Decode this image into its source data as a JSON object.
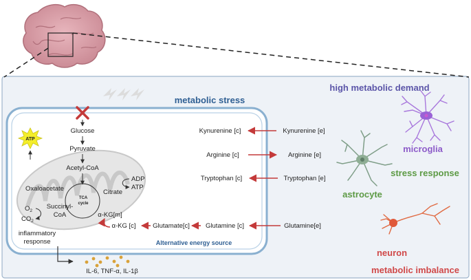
{
  "headings": {
    "metabolic_stress": "metabolic stress",
    "high_metabolic_demand": "high metabolic demand",
    "microglia": "microglia",
    "stress_response": "stress response",
    "astrocyte": "astrocyte",
    "neuron": "neuron",
    "metabolic_imbalance": "metabolic imbalance",
    "alternative_energy_source": "Alternative energy source"
  },
  "glycolysis": {
    "glucose": "Glucose",
    "pyruvate": "Pyruvate",
    "acetyl_coa": "Acetyl-CoA"
  },
  "tca": {
    "oxaloacetate": "Oxaloacetate",
    "citrate": "Citrate",
    "cycle_line1": "TCA",
    "cycle_line2": "cycle",
    "akg_m": "α-KG[m]",
    "succinyl_line1": "Succinyl-",
    "succinyl_line2": "CoA",
    "adp": "ADP",
    "atp": "ATP",
    "o2": "O",
    "co2": "CO",
    "sub2": "2",
    "atp_star": "ATP"
  },
  "transport": {
    "kynurenine_c": "Kynurenine [c]",
    "kynurenine_e": "Kynurenine [e]",
    "arginine_c": "Arginine [c]",
    "arginine_e": "Arginine [e]",
    "tryptophan_c": "Tryptophan [c]",
    "tryptophan_e": "Tryptophan [e]",
    "glutamine_e": "Glutamine[e]",
    "glutamine_c": "Glutamine [c]",
    "glutamate_c": "Glutamate[c]",
    "akg_c": "α-KG [c]"
  },
  "inflammation": {
    "line1": "inflammatory",
    "line2": "response",
    "cytokines": "IL-6, TNF-α, IL-1β"
  },
  "colors": {
    "blue_heading": "#2f5f93",
    "purple": "#5b55a8",
    "microglia": "#8d5cc9",
    "green": "#5d9a45",
    "red": "#d04848",
    "arrow_red": "#c43a3a",
    "cell_border": "#8ab0d0",
    "panel_bg": "#eef2f7",
    "brain": "#d9a0a8"
  }
}
